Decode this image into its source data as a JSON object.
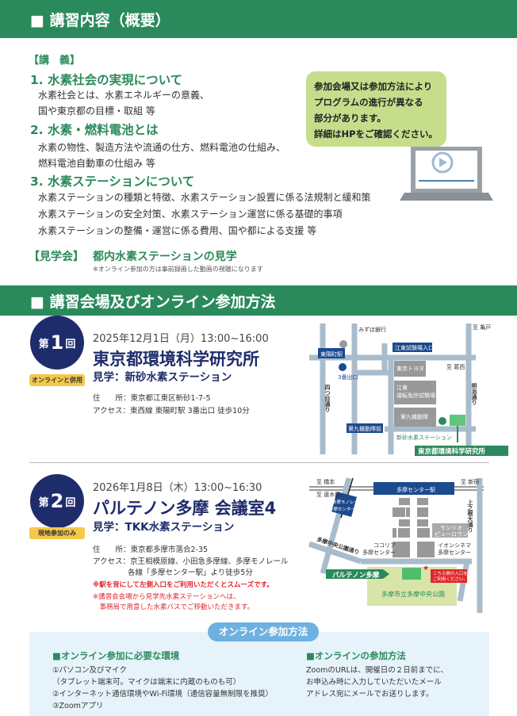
{
  "section1": {
    "title": "■ 講習内容（概要）",
    "lecture_label": "【講　義】",
    "items": [
      {
        "title": "1. 水素社会の実現について",
        "lines": [
          "水素社会とは、水素エネルギーの意義、",
          "国や東京都の目標・取組 等"
        ]
      },
      {
        "title": "2. 水素・燃料電池とは",
        "lines": [
          "水素の物性、製造方法や流通の仕方、燃料電池の仕組み、",
          "燃料電池自動車の仕組み 等"
        ]
      },
      {
        "title": "3. 水素ステーションについて",
        "lines": [
          "水素ステーションの種類と特徴、水素ステーション設置に係る法規制と緩和策",
          "水素ステーションの安全対策、水素ステーション運営に係る基礎的事項",
          "水素ステーションの整備・運営に係る費用、国や都による支援 等"
        ]
      }
    ],
    "tour_label": "【見学会】",
    "tour_title": "都内水素ステーションの見学",
    "tour_note": "※オンライン参加の方は事前録画した動画の視聴になります",
    "bubble": [
      "参加会場又は参加方法により",
      "プログラムの進行が異なる",
      "部分があります。",
      "詳細はHPをご確認ください。"
    ]
  },
  "section2": {
    "title": "■ 講習会場及びオンライン参加方法"
  },
  "venues": [
    {
      "prefix": "第",
      "num": "1",
      "suffix": "回",
      "badge": "オンラインと併用",
      "date": "2025年12月1日（月）13:00~16:00",
      "name": "東京都環境科学研究所",
      "tour": "見学：新砂水素ステーション",
      "addr_label": "住　　所：",
      "addr": "東京都江東区新砂1-7-5",
      "access_label": "アクセス：",
      "access": [
        "東西線 東陽町駅 3番出口 徒歩10分"
      ],
      "notes": []
    },
    {
      "prefix": "第",
      "num": "2",
      "suffix": "回",
      "badge": "現地参加のみ",
      "date": "2026年1月8日（木）13:00~16:30",
      "name": "パルテノン多摩 会議室4",
      "tour": "見学：TKK水素ステーション",
      "addr_label": "住　　所：",
      "addr": "東京都多摩市落合2-35",
      "access_label": "アクセス：",
      "access": [
        "京王相模原線、小田急多摩線、多摩モノレール",
        "各線「多摩センター駅」より徒歩5分"
      ],
      "notes": [
        "※駅を背にして左側入口をご利用いただくとスムーズです。",
        "※講習会会場から見学先水素ステーションへは、",
        "　事務局で用意した水素バスでご移動いただきます。"
      ]
    }
  ],
  "map1": {
    "bank": "みずほ銀行",
    "station": "東陽町駅",
    "exit": "3番出口",
    "koto": "江東試験場入口",
    "kameido": "至 亀戸",
    "kasai": "至 葛西",
    "toyota": "東京トヨタ",
    "license1": "江東",
    "license2": "運転免許試験場",
    "kido": "第九機動隊",
    "kidomae": "第九機動隊前",
    "yotsume": "四つ目通り",
    "meiji": "明治通り",
    "h2": "新砂水素ステーション",
    "venue": "東京都環境科学研究所"
  },
  "map2": {
    "hashimoto": "至 橋本",
    "karakida": "至 唐木田",
    "shinjuku": "至 新宿",
    "station": "多摩センター駅",
    "mono1": "多摩モノレール",
    "mono2": "多摩センター駅",
    "kaminone": "上之根大通り",
    "sanrio1": "サンリオ",
    "sanrio2": "ピューロランド",
    "cocoria1": "ココリア",
    "cocoria2": "多摩センター",
    "aeon1": "イオンシネマ",
    "aeon2": "多摩センター",
    "park_road": "多摩中央公園通り",
    "venue": "パルテノン多摩",
    "entrance1": "こちら側の入口を",
    "entrance2": "ご利用ください。",
    "park": "多摩市立多摩中央公園"
  },
  "online": {
    "title": "オンライン参加方法",
    "env_title": "■オンライン参加に必要な環境",
    "env": [
      "①パソコン及びマイク",
      "（タブレット端末可。マイクは端末に内蔵のものも可）",
      "②インターネット通信環境やWi-Fi環境（通信容量無制限を推奨）",
      "③Zoomアプリ"
    ],
    "method_title": "■オンラインの参加方法",
    "method": [
      "ZoomのURLは、開催日の２日前までに、",
      "お申込み時に入力していただいたメール",
      "アドレス宛にメールでお送りします。"
    ]
  },
  "colors": {
    "green": "#2b8a5c",
    "navy": "#1f2c6c",
    "badge": "#f4c84a",
    "light_blue": "#e6f3fb"
  }
}
